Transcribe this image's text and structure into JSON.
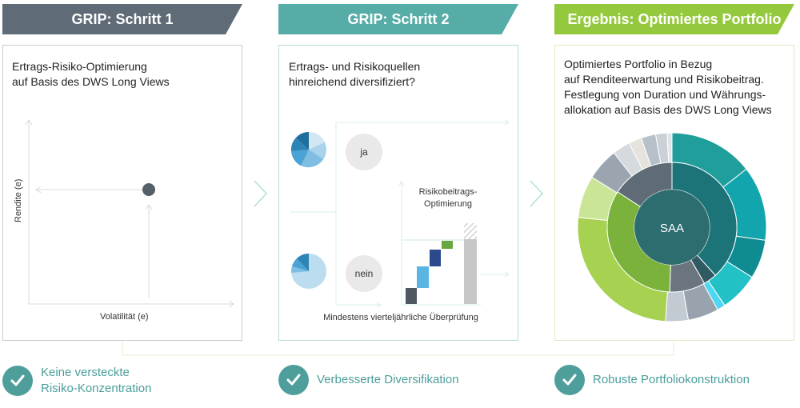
{
  "steps": [
    {
      "title": "GRIP: Schritt 1",
      "body": [
        "Ertrags-Risiko-Optimierung",
        "auf Basis des DWS Long Views"
      ]
    },
    {
      "title": "GRIP: Schritt 2",
      "body": [
        "Ertrags- und Risikoquellen",
        "hinreichend diversifiziert?"
      ]
    },
    {
      "title": "Ergebnis: Optimiertes Portfolio",
      "body": [
        "Optimiertes Portfolio in Bezug",
        "auf Renditeerwartung und Risikobeitrag.",
        "Festlegung von Duration und Währungs-",
        "allokation auf Basis des DWS Long Views"
      ]
    }
  ],
  "scatter": {
    "y_label": "Rendite (e)",
    "x_label": "Volatilität (e)"
  },
  "decision": {
    "yes": "ja",
    "no": "nein",
    "opt_title": [
      "Risikobeitrags-",
      "Optimierung"
    ],
    "review": "Mindestens vierteljährliche Überprüfung"
  },
  "donut": {
    "center_label": "SAA"
  },
  "colors": {
    "slate": "#5f6b76",
    "teal": "#56aca7",
    "green": "#95c93d",
    "check": "#4e9e9b"
  },
  "footer": [
    {
      "lines": [
        "Keine versteckte",
        "Risiko-Konzentration"
      ]
    },
    {
      "lines": [
        "Verbesserte Diversifikation"
      ]
    },
    {
      "lines": [
        "Robuste Portfoliokonstruktion"
      ]
    }
  ]
}
